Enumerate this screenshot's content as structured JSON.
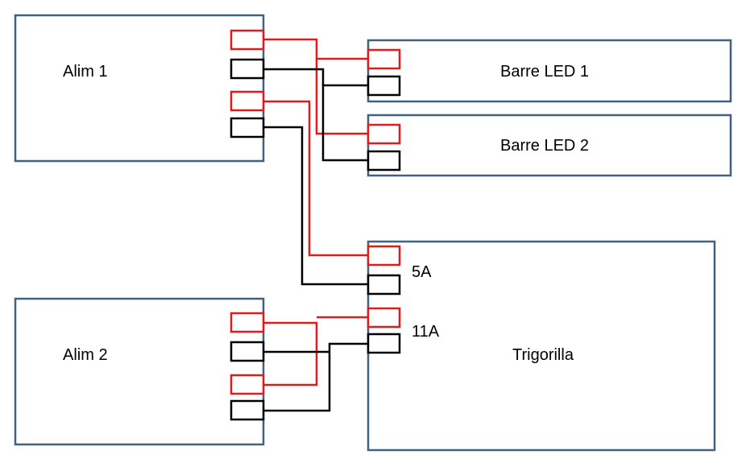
{
  "blocks": {
    "alim1": "Alim 1",
    "alim2": "Alim 2",
    "barre1": "Barre LED 1",
    "barre2": "Barre LED 2",
    "trigorilla": "Trigorilla"
  },
  "terminal_labels": {
    "t5a": "5A",
    "t11a": "11A"
  },
  "colors": {
    "block_border": "#41617f",
    "positive_wire": "#e01b1b",
    "negative_wire": "#000000"
  }
}
